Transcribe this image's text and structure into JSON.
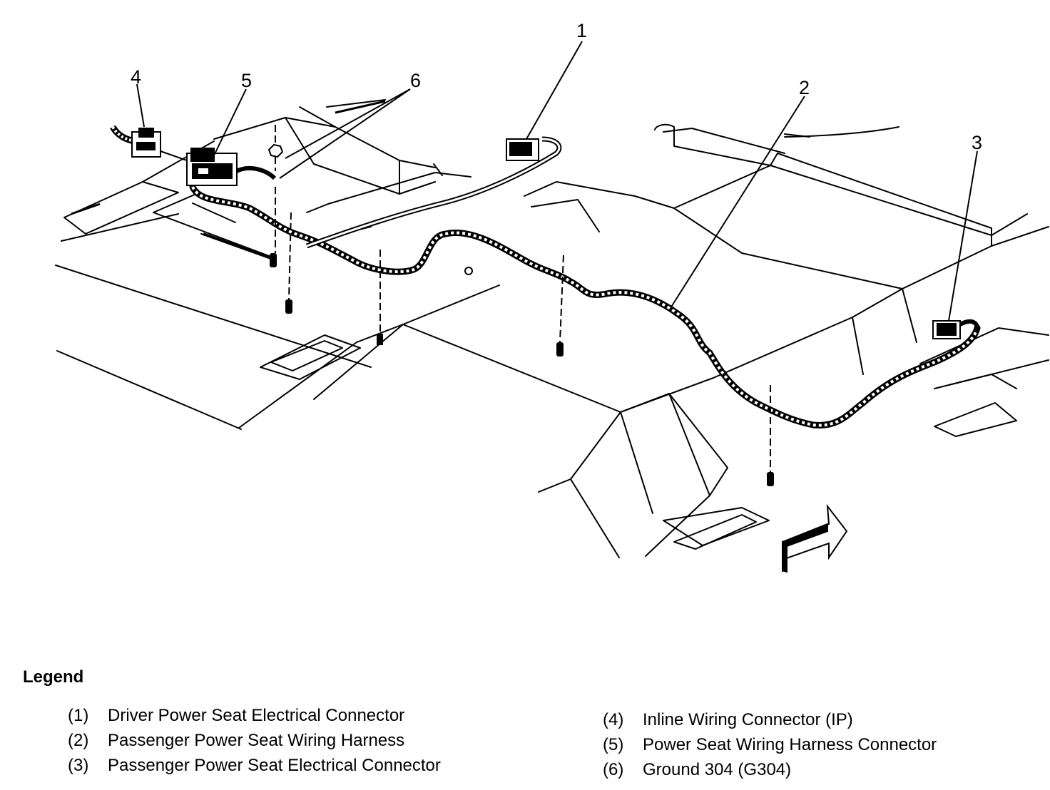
{
  "callouts": [
    "1",
    "2",
    "3",
    "4",
    "5",
    "6"
  ],
  "legend": {
    "title": "Legend",
    "items": [
      {
        "num": "(1)",
        "text": "Driver Power Seat Electrical Connector"
      },
      {
        "num": "(2)",
        "text": "Passenger Power Seat Wiring Harness"
      },
      {
        "num": "(3)",
        "text": "Passenger Power Seat Electrical Connector"
      },
      {
        "num": "(4)",
        "text": "Inline Wiring Connector (IP)"
      },
      {
        "num": "(5)",
        "text": "Power Seat Wiring Harness Connector"
      },
      {
        "num": "(6)",
        "text": "Ground 304 (G304)"
      }
    ]
  }
}
